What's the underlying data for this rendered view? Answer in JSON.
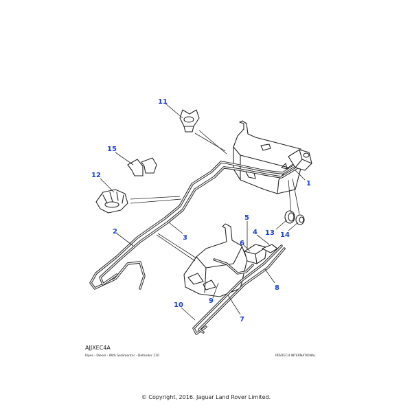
{
  "diagram": {
    "callout_color": "#1a3fd6",
    "line_color": "#222222",
    "callouts": [
      {
        "id": "1",
        "label": "1"
      },
      {
        "id": "2",
        "label": "2"
      },
      {
        "id": "3",
        "label": "3"
      },
      {
        "id": "4",
        "label": "4"
      },
      {
        "id": "5",
        "label": "5"
      },
      {
        "id": "6",
        "label": "6"
      },
      {
        "id": "7",
        "label": "7"
      },
      {
        "id": "8",
        "label": "8"
      },
      {
        "id": "9",
        "label": "9"
      },
      {
        "id": "10",
        "label": "10"
      },
      {
        "id": "11",
        "label": "11"
      },
      {
        "id": "12",
        "label": "12"
      },
      {
        "id": "13",
        "label": "13"
      },
      {
        "id": "14",
        "label": "14"
      },
      {
        "id": "15",
        "label": "15"
      }
    ]
  },
  "footer": {
    "ref_code": "AJJXEC4A",
    "caption": "Pipes - Diesel - With Sedimentor - Defender 110",
    "publisher": "PENTECH INTERNATIONAL.",
    "copyright": "© Copyright, 2016. Jaguar Land Rover Limited."
  }
}
